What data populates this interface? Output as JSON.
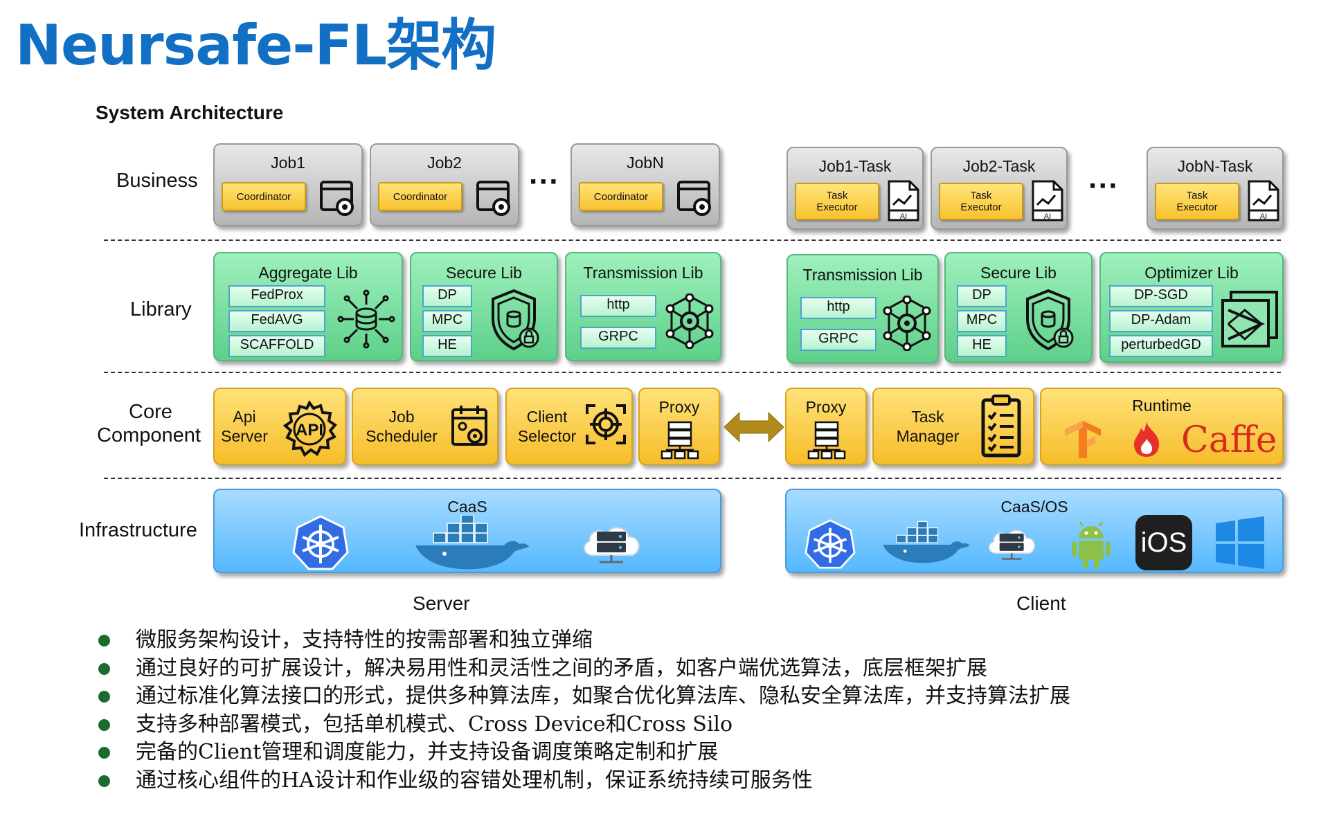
{
  "title": "Neursafe-FL架构",
  "subtitle": "System Architecture",
  "layers": {
    "business": "Business",
    "library": "Library",
    "core_line1": "Core",
    "core_line2": "Component",
    "infra": "Infrastructure"
  },
  "server": {
    "label": "Server",
    "jobs": [
      {
        "title": "Job1",
        "chip": "Coordinator"
      },
      {
        "title": "Job2",
        "chip": "Coordinator"
      },
      {
        "title": "JobN",
        "chip": "Coordinator"
      }
    ],
    "libs": {
      "aggregate": {
        "title": "Aggregate Lib",
        "items": [
          "FedProx",
          "FedAVG",
          "SCAFFOLD"
        ]
      },
      "secure": {
        "title": "Secure Lib",
        "items": [
          "DP",
          "MPC",
          "HE"
        ]
      },
      "transmission": {
        "title": "Transmission Lib",
        "items": [
          "http",
          "GRPC"
        ]
      }
    },
    "core": {
      "api_line1": "Api",
      "api_line2": "Server",
      "job_line1": "Job",
      "job_line2": "Scheduler",
      "client_line1": "Client",
      "client_line2": "Selector",
      "proxy": "Proxy"
    },
    "infra_title": "CaaS"
  },
  "client": {
    "label": "Client",
    "tasks": [
      {
        "title": "Job1-Task",
        "chip1": "Task",
        "chip2": "Executor"
      },
      {
        "title": "Job2-Task",
        "chip1": "Task",
        "chip2": "Executor"
      },
      {
        "title": "JobN-Task",
        "chip1": "Task",
        "chip2": "Executor"
      }
    ],
    "libs": {
      "transmission": {
        "title": "Transmission Lib",
        "items": [
          "http",
          "GRPC"
        ]
      },
      "secure": {
        "title": "Secure Lib",
        "items": [
          "DP",
          "MPC",
          "HE"
        ]
      },
      "optimizer": {
        "title": "Optimizer Lib",
        "items": [
          "DP-SGD",
          "DP-Adam",
          "perturbedGD"
        ]
      }
    },
    "core": {
      "proxy": "Proxy",
      "task_line1": "Task",
      "task_line2": "Manager",
      "runtime": "Runtime",
      "caffe": "Caffe"
    },
    "infra_title": "CaaS/OS",
    "ios": "iOS"
  },
  "ellipsis": "···",
  "ai_label": "AI",
  "api_label": "API",
  "bullets": [
    "微服务架构设计，支持特性的按需部署和独立弹缩",
    "通过良好的可扩展设计，解决易用性和灵活性之间的矛盾，如客户端优选算法，底层框架扩展",
    "通过标准化算法接口的形式，提供多种算法库，如聚合优化算法库、隐私安全算法库，并支持算法扩展",
    "支持多种部署模式，包括单机模式、Cross Device和Cross Silo",
    "完备的Client管理和调度能力，并支持设备调度策略定制和扩展",
    "通过核心组件的HA设计和作业级的容错处理机制，保证系统持续可服务性"
  ],
  "colors": {
    "title_blue": "#1270c4",
    "green_box": "#6fdb98",
    "yellow_box": "#f8c83a",
    "blue_box": "#5bbcff",
    "arrow": "#b38a1c",
    "bullet_dot": "#1b6b2f"
  }
}
